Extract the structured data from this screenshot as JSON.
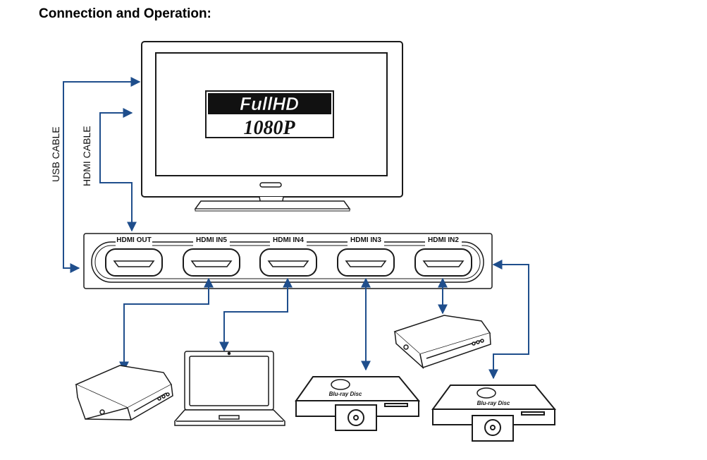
{
  "title": "Connection and Operation:",
  "tv": {
    "badge_line1": "FullHD",
    "badge_line2": "1080P"
  },
  "cables": {
    "usb": "USB CABLE",
    "hdmi": "HDMI CABLE"
  },
  "switch_ports": [
    "HDMI OUT",
    "HDMI IN5",
    "HDMI IN4",
    "HDMI IN3",
    "HDMI IN2"
  ],
  "bluray_logo": "Blu-ray Disc",
  "colors": {
    "cable": "#1f4e8c",
    "outline": "#1a1a1a"
  }
}
